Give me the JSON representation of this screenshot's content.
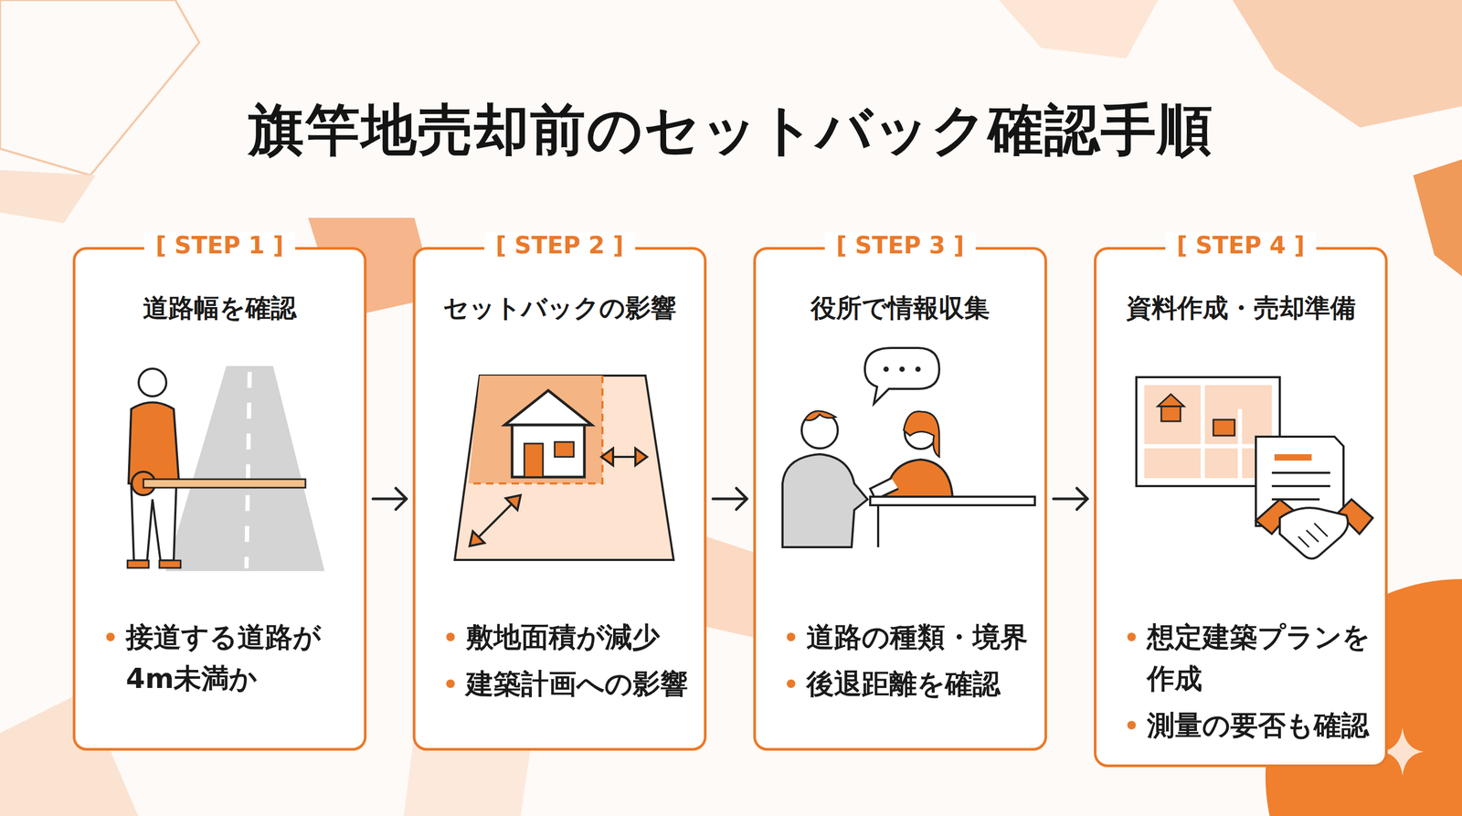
{
  "diagram": {
    "title": "旗竿地売却前のセットバック確認手順",
    "nodes": [
      {
        "text": [
          "[ STEP 1 ]",
          "道路幅を確認",
          "接道する道路が 4m未満か"
        ]
      },
      {
        "text": [
          "[ STEP 2 ]",
          "セットバックの影響",
          "敷地面積が減少",
          "建築計画への影響"
        ]
      },
      {
        "text": [
          "[ STEP 3 ]",
          "役所で情報収集",
          "道路の種類・境界",
          "後退距離を確認"
        ]
      },
      {
        "text": [
          "[ STEP 4 ]",
          "資料作成・売却準備",
          "想定建築プランを 作成",
          "測量の要否も確認"
        ]
      }
    ],
    "edges": [
      {
        "from": 0,
        "to": 1,
        "arrow": "to"
      },
      {
        "from": 1,
        "to": 2,
        "arrow": "to"
      },
      {
        "from": 2,
        "to": 3,
        "arrow": "to"
      }
    ]
  }
}
